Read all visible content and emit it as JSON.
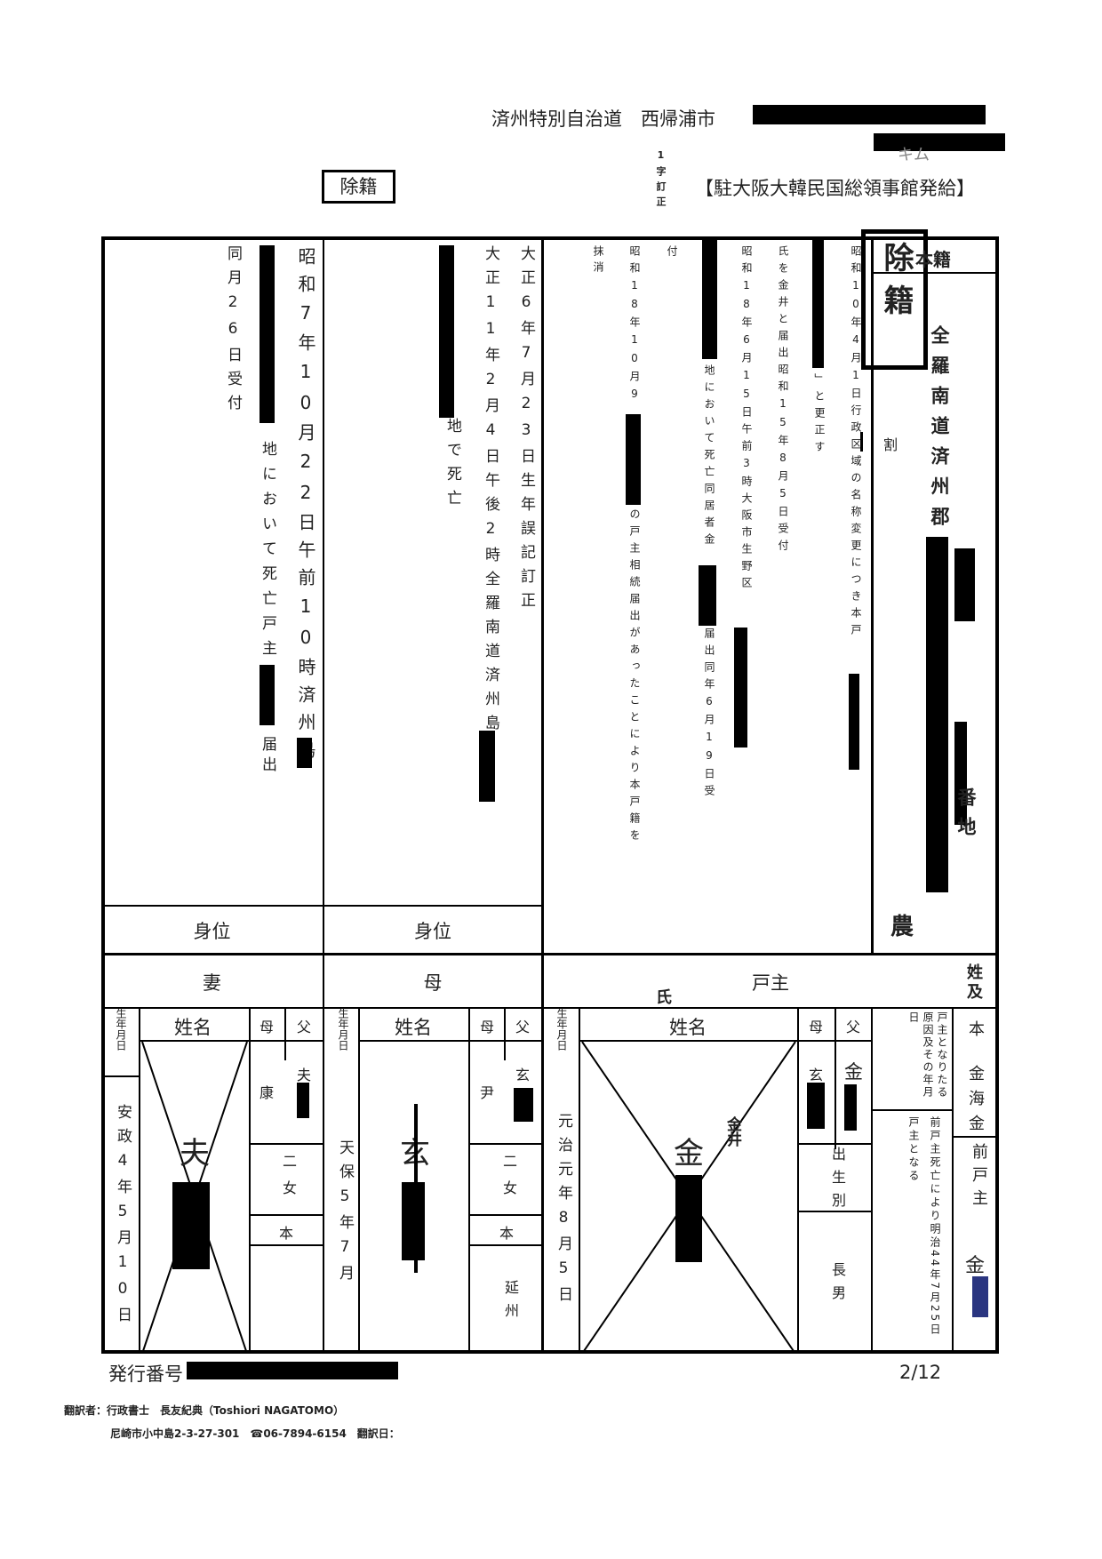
{
  "header": {
    "address": "済州特別自治道　西帰浦市",
    "address_cont": "キム",
    "removed_box": "除籍",
    "correction": "1字訂正",
    "issuer": "【駐大阪大韓民国総領事館発給】"
  },
  "register": {
    "stamp": "除籍",
    "honseki_label": "本籍",
    "honseki_value": "全羅南道済州郡",
    "banchi": "番地",
    "nou": "農",
    "wari": "割",
    "name_label_vertical": "姓及",
    "name_label_end": "本",
    "kinkai_col": [
      "金",
      "海",
      "金"
    ],
    "prev_head_label": "前戸主",
    "prev_head_name": "金",
    "reason_label": "戸主となりたる原因及その年月日",
    "reason_text": "前戸主死亡により明治44年7月25日戸主となる"
  },
  "columns": {
    "wife": {
      "remarks": [
        "同月26日受付",
        "地において死亡戸主",
        "届出",
        "昭和7年10月22日午前10時済州島"
      ],
      "status_label": "身位",
      "relation": "妻",
      "birth_label": "生年月日",
      "name_label": "姓名",
      "mother_label": "母",
      "father_label": "父",
      "birth_date": "安政4年5月10日",
      "mother_name": "康",
      "father_name": "夫",
      "given_name": "夫",
      "order": "二女",
      "origin": "本"
    },
    "mother": {
      "remarks": [
        "地で死亡",
        "大正11年2月4日午後2時全羅南道済州島",
        "大正6年7月23日生年誤記訂正"
      ],
      "status_label": "身位",
      "relation": "母",
      "birth_label": "生年月日",
      "name_label": "姓名",
      "mother_label": "母",
      "father_label": "父",
      "birth_date": "天保5年7月",
      "mother_name": "尹",
      "father_name": "玄",
      "given_name": "玄",
      "order": "二女",
      "origin": "本",
      "origin_place": "延州"
    },
    "head": {
      "remarks": [
        "抹消",
        "昭和18年10月9",
        "の戸主相続届出があったことにより本戸籍を",
        "付",
        "地において死亡同居者金",
        "届出同年6月19日受",
        "昭和18年6月15日午前3時大阪市生野区",
        "氏を金井と届出昭和15年8月5日受付",
        "」と更正す",
        "昭和10年4月1日行政区域の名称変更につき本戸"
      ],
      "relation": "戸主",
      "shi_label": "氏",
      "birth_label": "生年月日",
      "name_label": "姓名",
      "mother_label": "母",
      "father_label": "父",
      "birth_date": "元治元年8月5日",
      "mother_name": "玄",
      "father_name": "金",
      "given_name": "金",
      "kanai": "金井",
      "birth_type_label": "出生別",
      "birth_type": "長男"
    }
  },
  "footer": {
    "issue_label": "発行番号",
    "page": "2/12",
    "translator_line": "翻訳者：行政書士　長友紀典（Toshiori NAGATOMO）",
    "translator_address": "尼崎市小中島2-3-27-301　☎06-7894-6154　翻訳日："
  }
}
